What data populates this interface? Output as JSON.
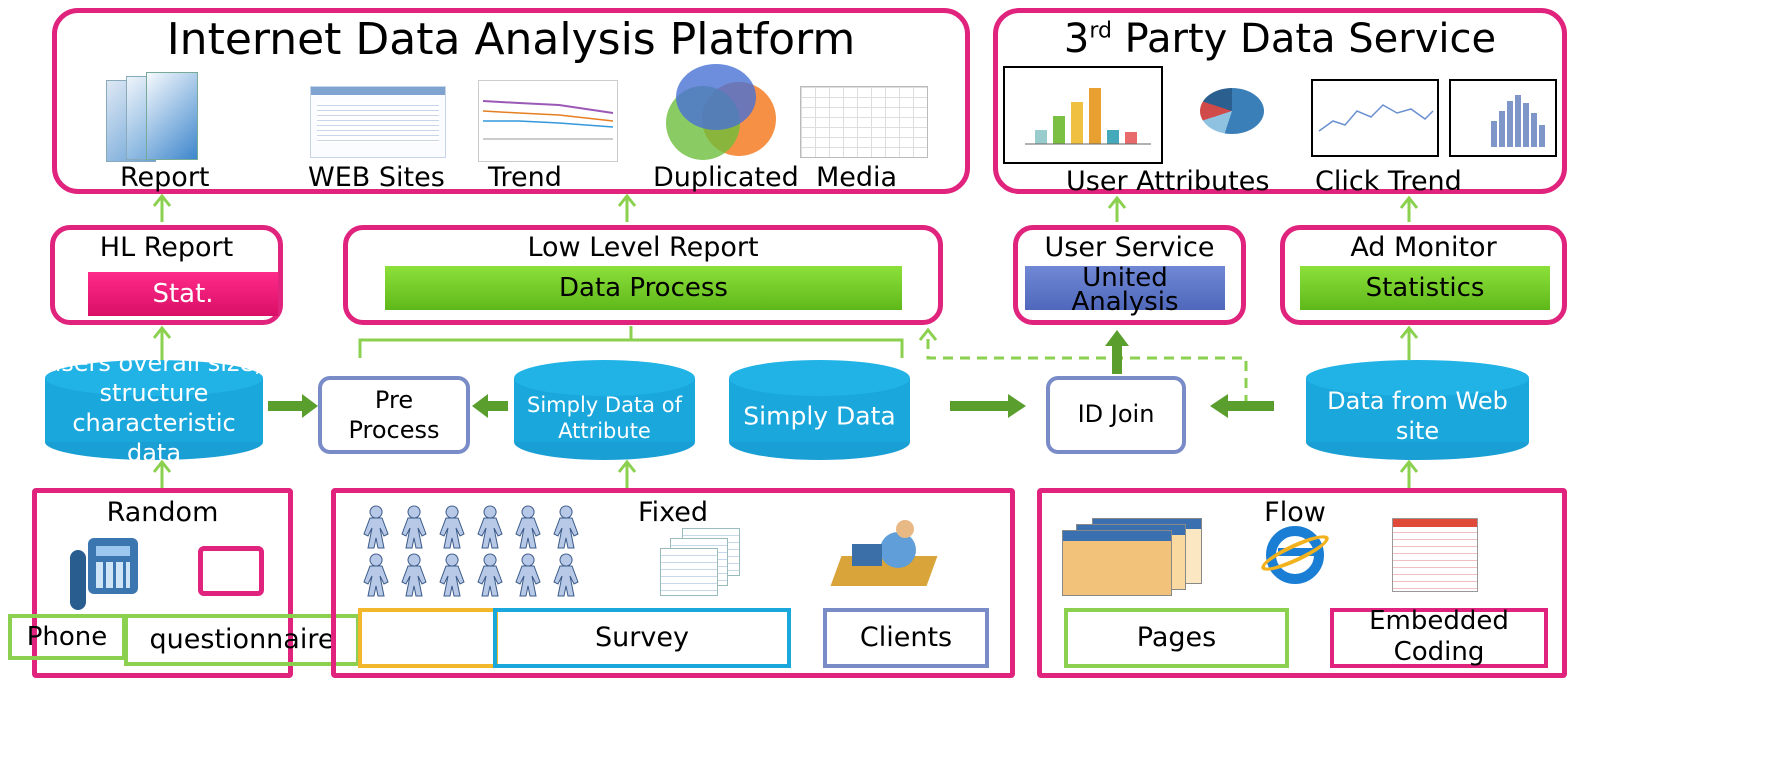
{
  "top_left": {
    "title": "Internet Data Analysis Platform",
    "labels": [
      "Report",
      "WEB Sites",
      "Trend",
      "Duplicated",
      "Media"
    ]
  },
  "top_right": {
    "title_sup": "rd",
    "title_pre": "3",
    "title_post": " Party  Data Service",
    "labels": [
      "User Attributes",
      "Click Trend"
    ]
  },
  "reports": {
    "hl": {
      "title": "HL Report",
      "bar": "Stat."
    },
    "ll": {
      "title": "Low Level Report",
      "bar": "Data Process"
    },
    "us": {
      "title": "User Service",
      "bar": "United Analysis"
    },
    "ad": {
      "title": "Ad Monitor",
      "bar": "Statistics"
    }
  },
  "middle": {
    "users_db": "users overall size, structure characteristic data",
    "pre_process": "Pre Process",
    "simply_attr": "Simply Data of Attribute",
    "simply_data": "Simply Data",
    "id_join": "ID Join",
    "web_data": "Data from Web site"
  },
  "bottom": {
    "random": {
      "title": "Random",
      "phone": "Phone",
      "questionnaire": "questionnaire"
    },
    "fixed": {
      "title": "Fixed",
      "survey": "Survey",
      "clients": "Clients"
    },
    "flow": {
      "title": "Flow",
      "pages": "Pages",
      "embedded": "Embedded Coding"
    }
  },
  "colors": {
    "magenta": "#e0237d",
    "green_arrow": "#8bd14f",
    "dark_green": "#5a9e2e",
    "cylinder": "#1aa7dc",
    "bar_green": "#6cc51f",
    "bar_pink": "#e8166e",
    "bar_blue": "#5e79c8",
    "box_blue": "#7a8cc8"
  }
}
